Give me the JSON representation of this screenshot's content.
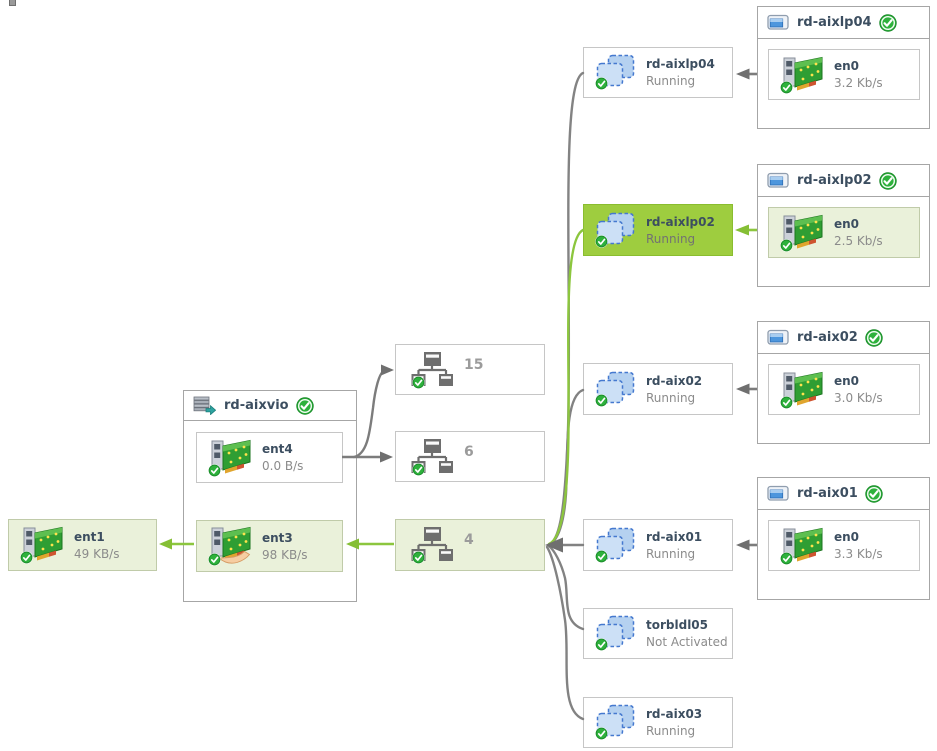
{
  "left_adapter": {
    "label": "ent1",
    "rate": "49 KB/s"
  },
  "vio": {
    "title": "rd-aixvio",
    "adapters": [
      {
        "label": "ent4",
        "rate": "0.0 B/s"
      },
      {
        "label": "ent3",
        "rate": "98 KB/s"
      }
    ]
  },
  "switches": [
    {
      "label": "15"
    },
    {
      "label": "6"
    },
    {
      "label": "4"
    }
  ],
  "lpars": [
    {
      "label": "rd-aixlp04",
      "status": "Running"
    },
    {
      "label": "rd-aixlp02",
      "status": "Running"
    },
    {
      "label": "rd-aix02",
      "status": "Running"
    },
    {
      "label": "rd-aix01",
      "status": "Running"
    },
    {
      "label": "torbldl05",
      "status": "Not Activated"
    },
    {
      "label": "rd-aix03",
      "status": "Running"
    }
  ],
  "hosts": [
    {
      "title": "rd-aixlp04",
      "adapter": {
        "label": "en0",
        "rate": "3.2 Kb/s"
      }
    },
    {
      "title": "rd-aixlp02",
      "adapter": {
        "label": "en0",
        "rate": "2.5 Kb/s"
      }
    },
    {
      "title": "rd-aix02",
      "adapter": {
        "label": "en0",
        "rate": "3.0 Kb/s"
      }
    },
    {
      "title": "rd-aix01",
      "adapter": {
        "label": "en0",
        "rate": "3.3 Kb/s"
      }
    }
  ],
  "icons": {
    "vm-icon": "two overlapping blue dashed squares (virtual machine)",
    "nic-icon": "green network adapter card with check badge",
    "sea-icon": "green network adapter held by a hand (shared ethernet adapter)",
    "switch-icon": "gray network switch tree with check badge",
    "server-icon": "gray server stack with teal arrow",
    "host-icon": "small blue monitor",
    "status-ok-icon": "green circle with white check"
  },
  "colors": {
    "selected_green": "#9ecd3f",
    "highlight_green": "#eaf1da",
    "wire_green": "#8cc63e",
    "wire_gray": "#7c7c7c",
    "status_ok_green": "#2eb13c",
    "label_navy": "#3c4e60"
  }
}
